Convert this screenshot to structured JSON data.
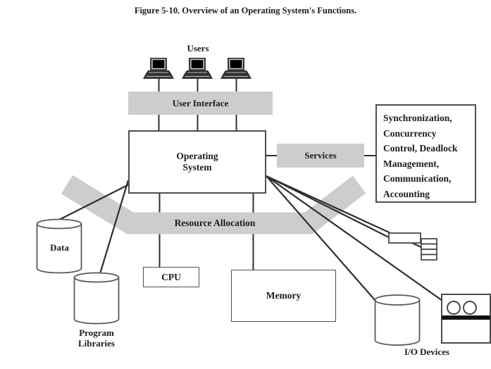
{
  "title": "Figure 5-10. Overview of an Operating System's Functions.",
  "nodes": {
    "users_label": "Users",
    "user_interface": "User Interface",
    "operating_system": "Operating System",
    "services": "Services",
    "services_detail": {
      "lines": [
        "Synchronization,",
        "Concurrency",
        "Control, Deadlock",
        "Management,",
        "Communication,",
        "Accounting"
      ]
    },
    "resource_allocation": "Resource Allocation",
    "data_store": "Data",
    "program_libraries": "Program Libraries",
    "cpu": "CPU",
    "memory": "Memory",
    "io_devices": "I/O Devices"
  },
  "icons": {
    "users": "laptop-icon",
    "data_store": "cylinder-icon",
    "program_libraries": "cylinder-icon",
    "io_disk": "cylinder-icon",
    "io_tape_cartridge": "tape-cartridge-icon",
    "io_disk_stack": "disk-stack-icon",
    "io_tape_unit": "tape-reel-unit-icon"
  },
  "colors": {
    "band_gray": "#cdcdcd",
    "line": "#2f2f2f",
    "border": "#4f4f4f",
    "screen_black": "#000000"
  }
}
